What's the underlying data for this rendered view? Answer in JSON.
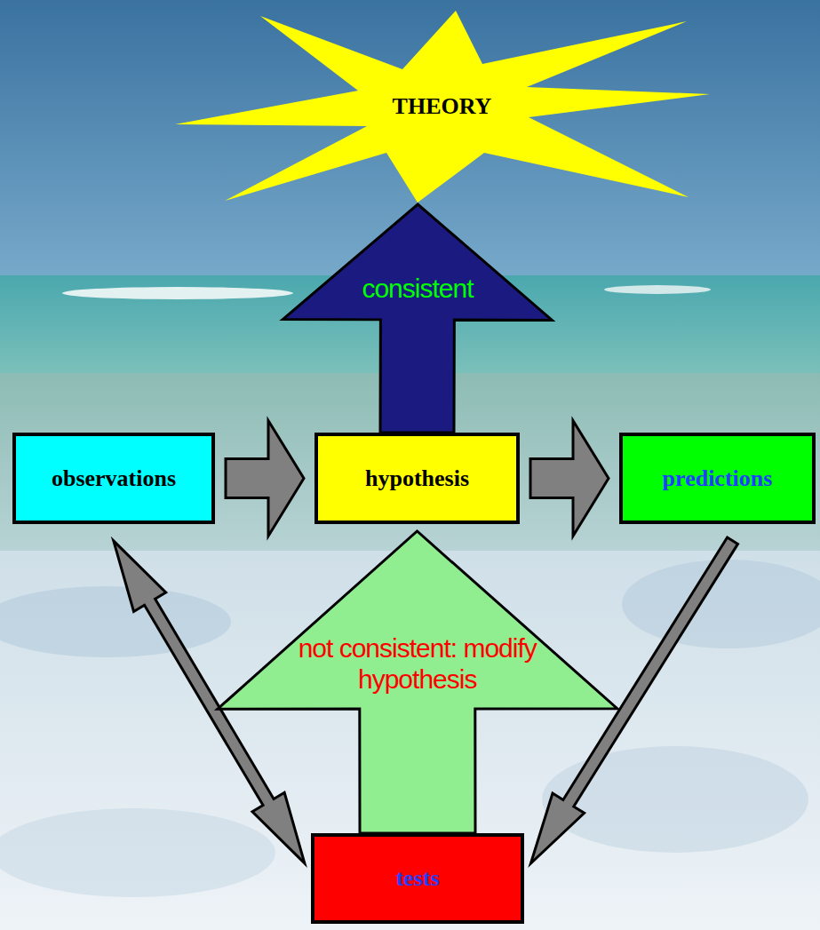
{
  "diagram": {
    "nodes": [
      {
        "text": [
          "THEORY"
        ]
      },
      {
        "text": [
          "observations"
        ]
      },
      {
        "text": [
          "hypothesis"
        ]
      },
      {
        "text": [
          "predictions"
        ]
      },
      {
        "text": [
          "tests"
        ]
      }
    ],
    "edges": [
      {
        "from": 1,
        "to": 2,
        "arrow": "to"
      },
      {
        "from": 2,
        "to": 3,
        "arrow": "to"
      },
      {
        "from": 2,
        "to": 0,
        "label": "consistent",
        "arrow": "to"
      },
      {
        "from": 3,
        "to": 4,
        "arrow": "to"
      },
      {
        "from": 1,
        "to": 4,
        "arrow": "both"
      },
      {
        "from": 4,
        "to": 2,
        "label": "not consistent: modify hypothesis",
        "arrow": "to"
      }
    ]
  }
}
